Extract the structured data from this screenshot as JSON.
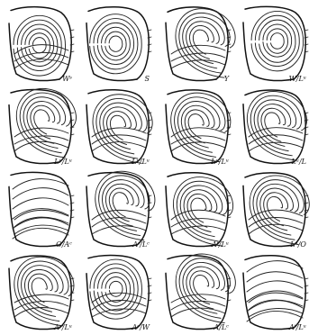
{
  "figure": {
    "panels": [
      {
        "row": 1,
        "col": 1,
        "label": "Wˢ",
        "pattern": "double-loop whorl"
      },
      {
        "row": 1,
        "col": 2,
        "label": "S",
        "pattern": "spiral"
      },
      {
        "row": 1,
        "col": 3,
        "label": "Y",
        "pattern": "twinned loop"
      },
      {
        "row": 1,
        "col": 4,
        "label": "W/Lᵘ",
        "pattern": "concentric whorl"
      },
      {
        "row": 2,
        "col": 1,
        "label": "Lᵘ/Lᵘ",
        "pattern": "double ulnar loop"
      },
      {
        "row": 2,
        "col": 2,
        "label": "Lᵘ/Lᵘ",
        "pattern": "stacked ulnar loops"
      },
      {
        "row": 2,
        "col": 3,
        "label": "Lᵘ/Lᵘ",
        "pattern": "nested ulnar loops"
      },
      {
        "row": 2,
        "col": 4,
        "label": "Lᵘ/L",
        "pattern": "ulnar loop"
      },
      {
        "row": 3,
        "col": 1,
        "label": "O/Aᶜ",
        "pattern": "open arch"
      },
      {
        "row": 3,
        "col": 2,
        "label": "Aᵗ/Lᶜ",
        "pattern": "tented arch with loop"
      },
      {
        "row": 3,
        "col": 3,
        "label": "Aᵗ/Lᵘ",
        "pattern": "tented arch with ulnar loop"
      },
      {
        "row": 3,
        "col": 4,
        "label": "Lᵘ/O",
        "pattern": "ulnar loop open"
      },
      {
        "row": 4,
        "col": 1,
        "label": "Aᶜ/Lᵘ",
        "pattern": "arch with ulnar loop"
      },
      {
        "row": 4,
        "col": 2,
        "label": "Aᶜ/W",
        "pattern": "arch with whorl"
      },
      {
        "row": 4,
        "col": 3,
        "label": "A/Lᶜ",
        "pattern": "arch with loop"
      },
      {
        "row": 4,
        "col": 4,
        "label": "Aᵗ/Lᵘ",
        "pattern": "tented arch"
      }
    ]
  }
}
